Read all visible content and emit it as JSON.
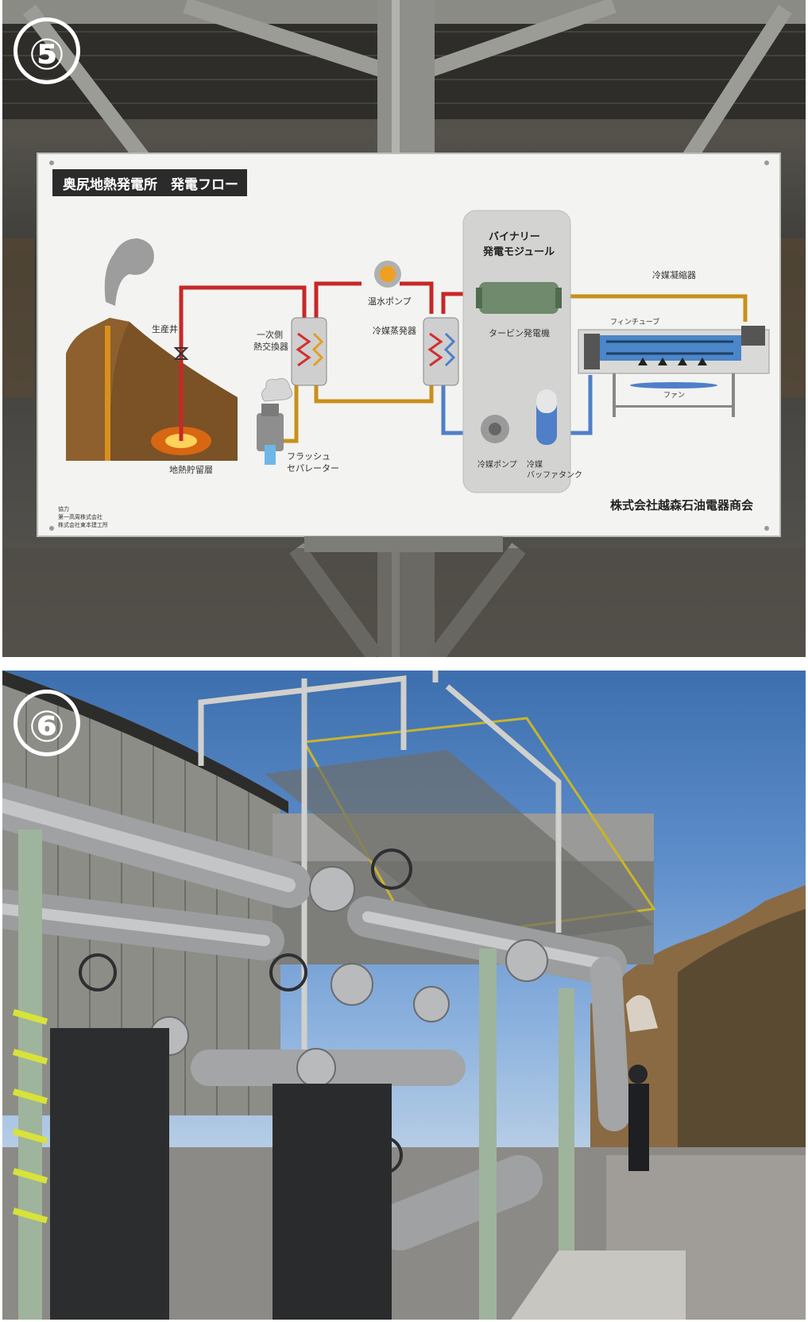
{
  "photo5": {
    "badge": "⑤",
    "sign": {
      "title": "奥尻地熱発電所　発電フロー",
      "module_title_line1": "バイナリー",
      "module_title_line2": "発電モジュール",
      "labels": {
        "well": "生産井",
        "reservoir": "地熱貯留層",
        "hx_line1": "一次側",
        "hx_line2": "熱交換器",
        "hot_pump": "温水ポンプ",
        "evaporator": "冷媒蒸発器",
        "turbine": "タービン発電機",
        "condenser": "冷媒凝縮器",
        "fin_tube": "フィンチューブ",
        "fan": "ファン",
        "separator_line1": "フラッシュ",
        "separator_line2": "セパレーター",
        "refrigerant_pump": "冷媒ポンプ",
        "buffer_line1": "冷媒",
        "buffer_line2": "バッファタンク"
      },
      "credits": [
        "協力",
        "第一高周株式会社",
        "株式会社東本建工所"
      ],
      "company": "株式会社越森石油電器商会"
    }
  },
  "photo6": {
    "badge": "⑥"
  },
  "colors": {
    "hot_pipe": "#c62828",
    "warm_pipe": "#c8901a",
    "cold_pipe": "#4f7fc8",
    "earth": "#7a5226",
    "sign_bg": "#f3f3f1"
  }
}
